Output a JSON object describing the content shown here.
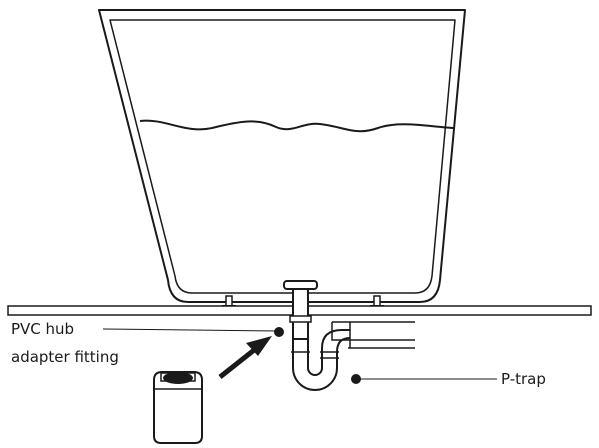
{
  "labels": {
    "pvc_line1": "PVC hub",
    "pvc_line2": "adapter fitting",
    "ptrap": "P-trap"
  },
  "colors": {
    "stroke": "#1a1a1a",
    "background": "#ffffff"
  }
}
